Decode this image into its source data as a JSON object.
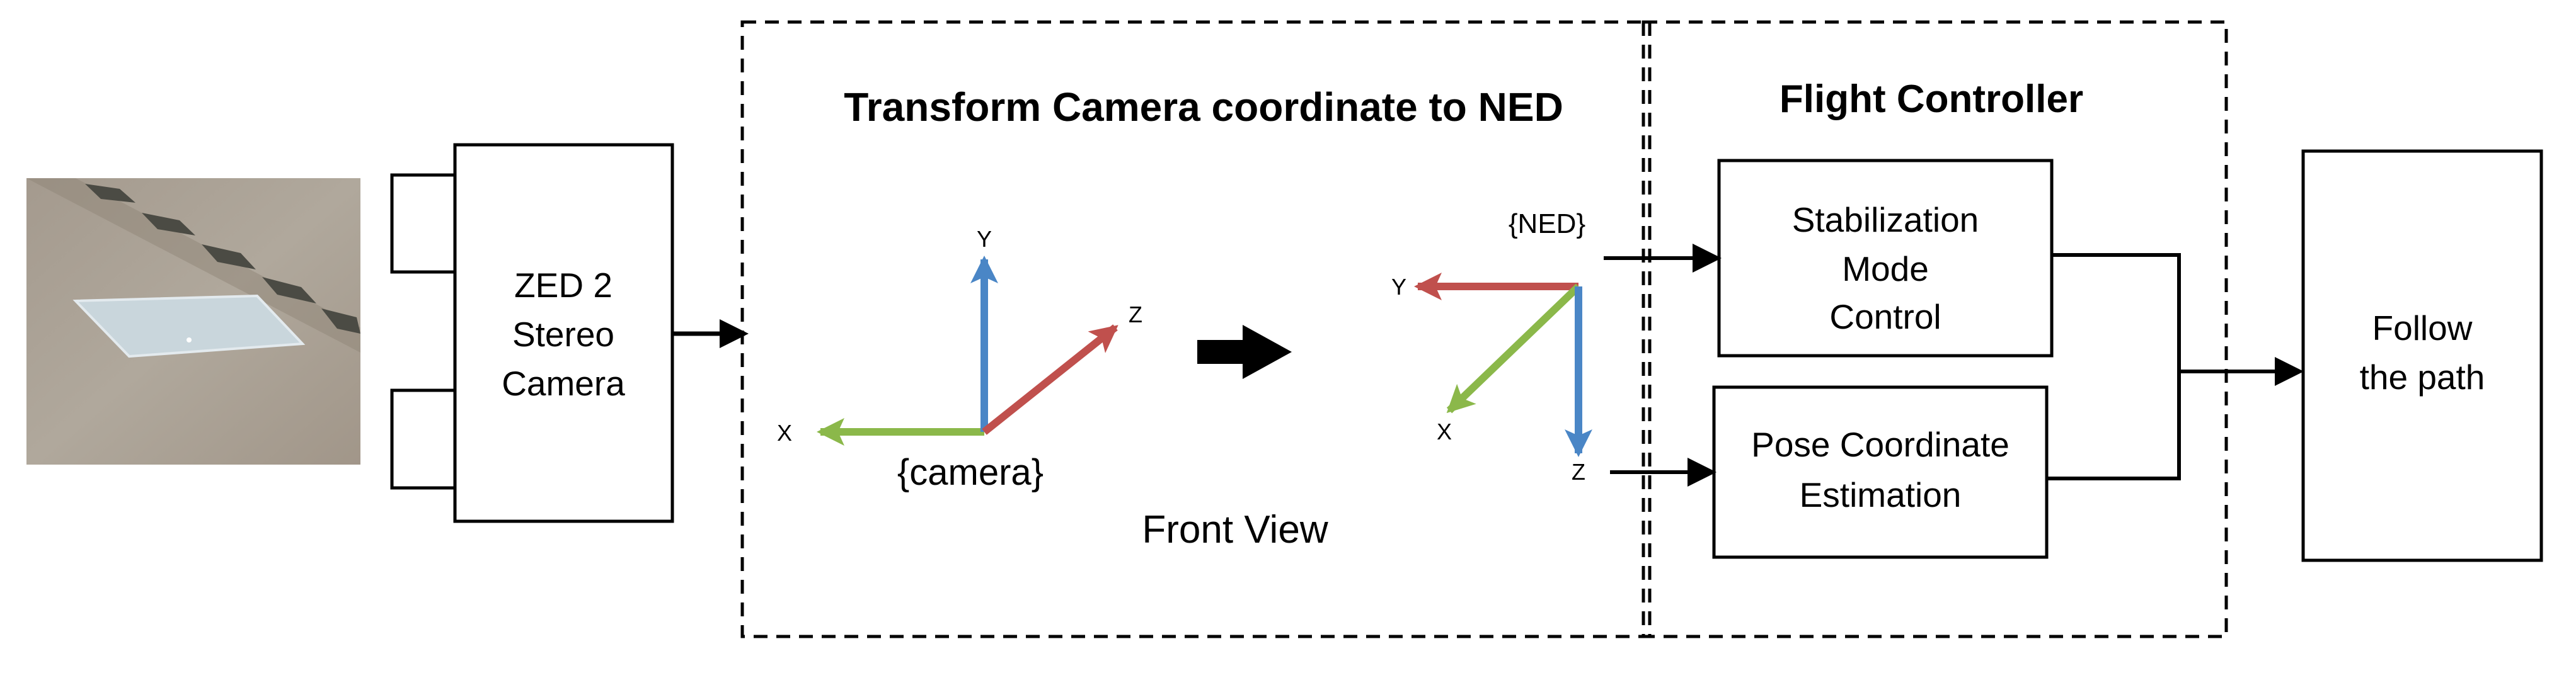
{
  "transform_section": {
    "title": "Transform Camera coordinate to NED",
    "view_label": "Front View"
  },
  "camera_frame": {
    "label": "{camera}",
    "axis_x": "X",
    "axis_y": "Y",
    "axis_z": "Z"
  },
  "ned_frame": {
    "label": "{NED}",
    "axis_x": "X",
    "axis_y": "Y",
    "axis_z": "Z"
  },
  "flight_controller": {
    "title": "Flight Controller",
    "stabilization": [
      "Stabilization",
      "Mode",
      "Control"
    ],
    "pose": [
      "Pose Coordinate",
      "Estimation"
    ]
  },
  "camera_block": {
    "lines": [
      "ZED 2",
      "Stereo",
      "Camera"
    ]
  },
  "output_block": {
    "lines": [
      "Follow",
      "the path"
    ]
  },
  "colors": {
    "axis_green": "#8bb84a",
    "axis_blue": "#4a86c6",
    "axis_red": "#c0504d"
  }
}
